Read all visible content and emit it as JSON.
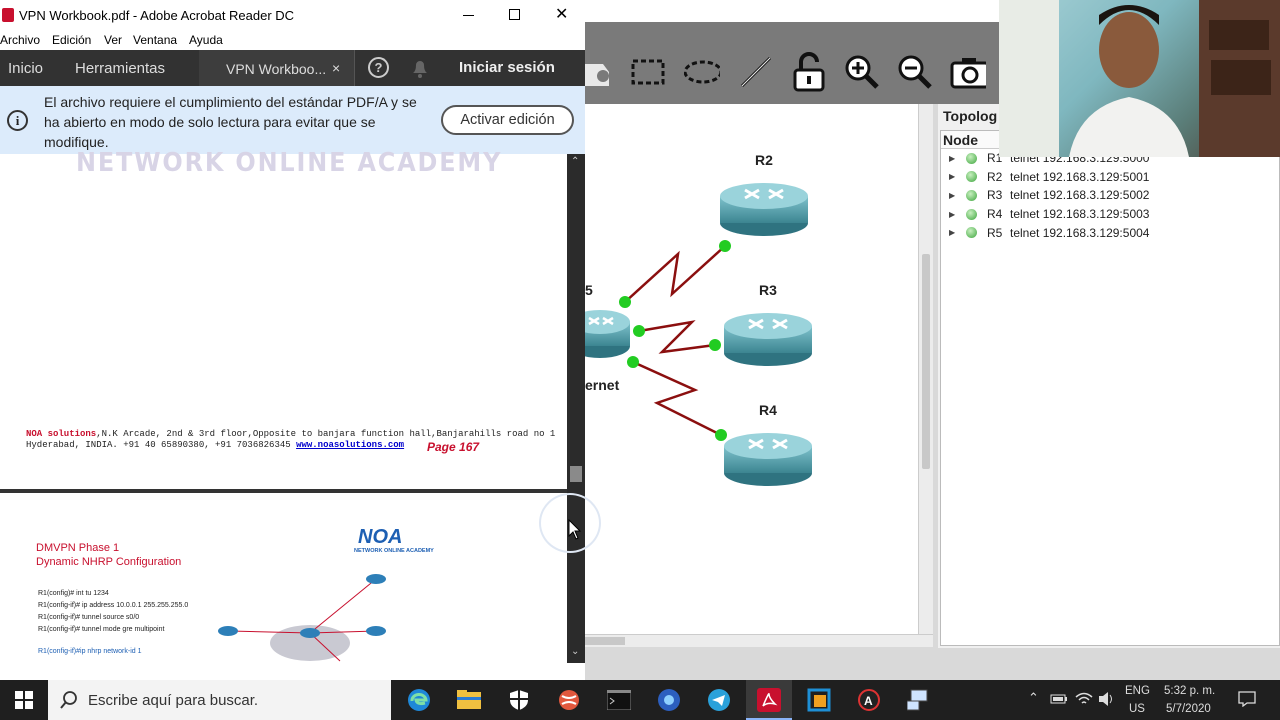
{
  "acrobat": {
    "window_title": "VPN Workbook.pdf - Adobe Acrobat Reader DC",
    "menu": [
      "Archivo",
      "Edición",
      "Ver",
      "Ventana",
      "Ayuda"
    ],
    "tabs": {
      "home": "Inicio",
      "tools": "Herramientas",
      "document": "VPN Workboo...",
      "signin": "Iniciar sesión"
    },
    "infobar": {
      "message": "El archivo requiere el cumplimiento del estándar PDF/A y se ha abierto en modo de solo lectura para evitar que se modifique.",
      "button": "Activar edición"
    },
    "page167": {
      "header_watermark": "NETWORK ONLINE ACADEMY",
      "footer_company": "NOA solutions",
      "footer_line1": ",N.K Arcade, 2nd & 3rd floor,Opposite to banjara function hall,Banjarahills road no 1",
      "footer_line2": "Hyderabad, INDIA. +91 40 65890380, +91 7036826345",
      "footer_link": "www.noasolutions.com",
      "page_label": "Page 167"
    },
    "page168": {
      "title_line1": "DMVPN  Phase 1",
      "title_line2": "Dynamic NHRP Configuration",
      "logo": "NOA",
      "logo_sub": "NETWORK ONLINE ACADEMY",
      "config_lines": [
        "R1(config)# int tu 1234",
        "R1(config-if)#  ip address 10.0.0.1  255.255.255.0",
        "R1(config-if)#  tunnel source s0/0",
        "R1(config-if)#  tunnel mode gre multipoint"
      ],
      "config_last": "R1(config-if)#ip nhrp network-id 1"
    }
  },
  "gns3": {
    "routers": [
      "R2",
      "R3",
      "R4"
    ],
    "partial_labels": {
      "r5": "5",
      "internet": "ernet"
    },
    "topology_title": "Topolog",
    "topology_header": "Node",
    "nodes": [
      {
        "name": "R1",
        "console": "telnet 192.168.3.129:5000"
      },
      {
        "name": "R2",
        "console": "telnet 192.168.3.129:5001"
      },
      {
        "name": "R3",
        "console": "telnet 192.168.3.129:5002"
      },
      {
        "name": "R4",
        "console": "telnet 192.168.3.129:5003"
      },
      {
        "name": "R5",
        "console": "telnet 192.168.3.129:5004"
      }
    ],
    "link_color": "#8b0f0f",
    "endpoint_color": "#22cc22"
  },
  "taskbar": {
    "search_placeholder": "Escribe aquí para buscar.",
    "lang": "ENG",
    "region": "US",
    "time": "5:32 p. m.",
    "date": "5/7/2020"
  },
  "colors": {
    "acrobat_red": "#c8102e",
    "tabbar": "#323232",
    "infobar": "#dcebfb"
  }
}
